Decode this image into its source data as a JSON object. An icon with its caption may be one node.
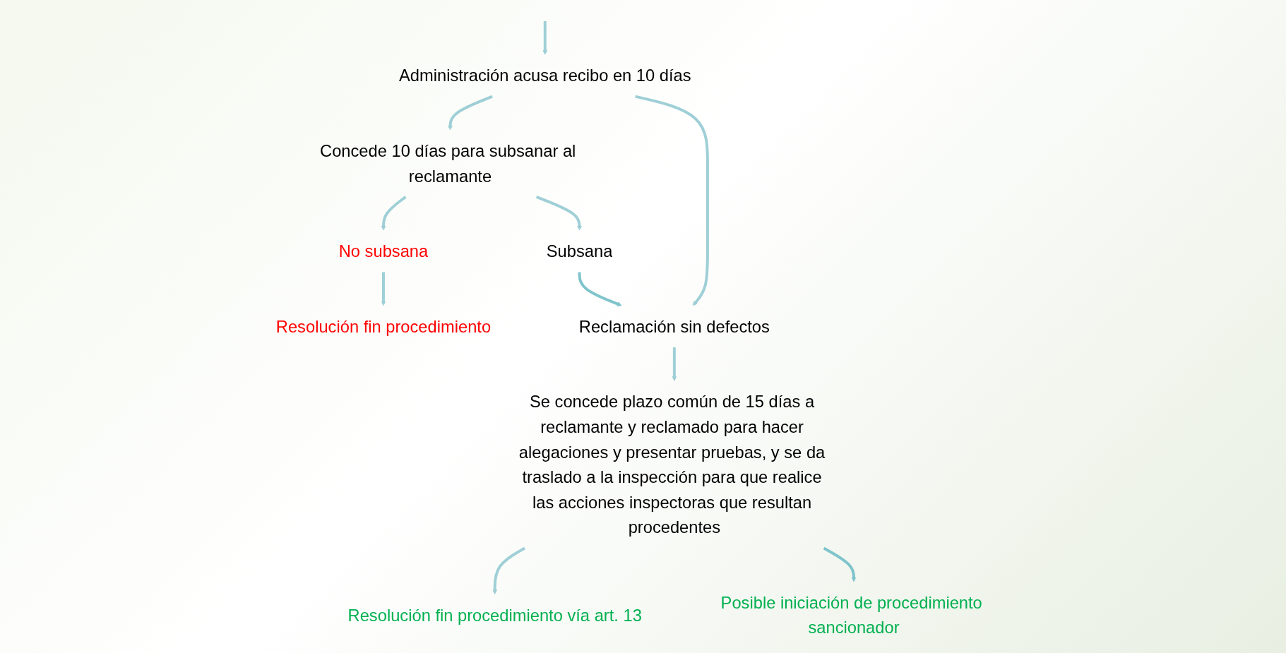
{
  "diagram": {
    "nodes": [
      {
        "text": [
          "Administración acusa recibo en 10 días"
        ]
      },
      {
        "text": [
          "Concede 10 días para subsanar al reclamante"
        ]
      },
      {
        "text": [
          "No subsana"
        ]
      },
      {
        "text": [
          "Resolución fin procedimiento"
        ]
      },
      {
        "text": [
          "Subsana"
        ]
      },
      {
        "text": [
          "Reclamación sin defectos"
        ]
      },
      {
        "text": [
          "Se concede plazo común de 15 días a reclamante y reclamado para hacer alegaciones y presentar pruebas, y se da traslado a la inspección para que realice las acciones inspectoras que resultan procedentes"
        ]
      },
      {
        "text": [
          "Resolución fin procedimiento vía art. 13"
        ]
      },
      {
        "text": [
          "Posible iniciación de procedimiento sancionador"
        ]
      }
    ],
    "edges": [
      {
        "from": null,
        "to": 0,
        "arrow": "to"
      },
      {
        "from": 0,
        "to": 1,
        "arrow": "to"
      },
      {
        "from": 1,
        "to": 2,
        "arrow": "to"
      },
      {
        "from": 2,
        "to": 3,
        "arrow": "to"
      },
      {
        "from": 1,
        "to": 4,
        "arrow": "to"
      },
      {
        "from": 0,
        "to": 5,
        "arrow": "to"
      },
      {
        "from": 4,
        "to": 5,
        "arrow": "to",
        "color": "#7fc4cc"
      },
      {
        "from": 5,
        "to": 6,
        "arrow": "to"
      },
      {
        "from": 6,
        "to": 7,
        "arrow": "to"
      },
      {
        "from": 6,
        "to": 8,
        "arrow": "to",
        "color": "#7fc4cc"
      }
    ]
  }
}
